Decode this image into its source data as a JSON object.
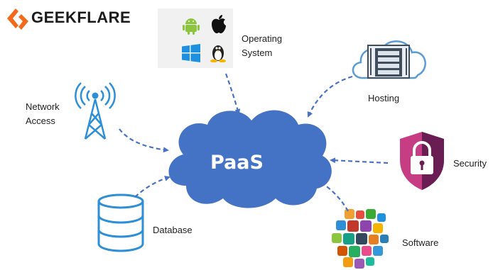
{
  "brand": {
    "name": "GEEKFLARE"
  },
  "center": {
    "label": "PaaS"
  },
  "nodes": {
    "operating_system": {
      "label_line1": "Operating",
      "label_line2": "System"
    },
    "hosting": {
      "label": "Hosting"
    },
    "network_access": {
      "label_line1": "Network",
      "label_line2": "Access"
    },
    "security": {
      "label": "Security"
    },
    "database": {
      "label": "Database"
    },
    "software": {
      "label": "Software"
    }
  },
  "icons": {
    "os": [
      "android-icon",
      "apple-icon",
      "windows-icon",
      "linux-icon"
    ],
    "hosting": "server-cloud-icon",
    "network": "antenna-tower-icon",
    "security": "padlock-shield-icon",
    "database": "database-icon",
    "software": "app-icons-cluster-icon"
  },
  "colors": {
    "cloud": "#4472c4",
    "arrow": "#4a72c4",
    "brand_orange": "#f26a1b",
    "security": "#c63d84",
    "security_dark": "#6a1d52",
    "hosting_cloud": "#5b9bd5",
    "android": "#8cc63e",
    "windows": "#1e90e0"
  }
}
